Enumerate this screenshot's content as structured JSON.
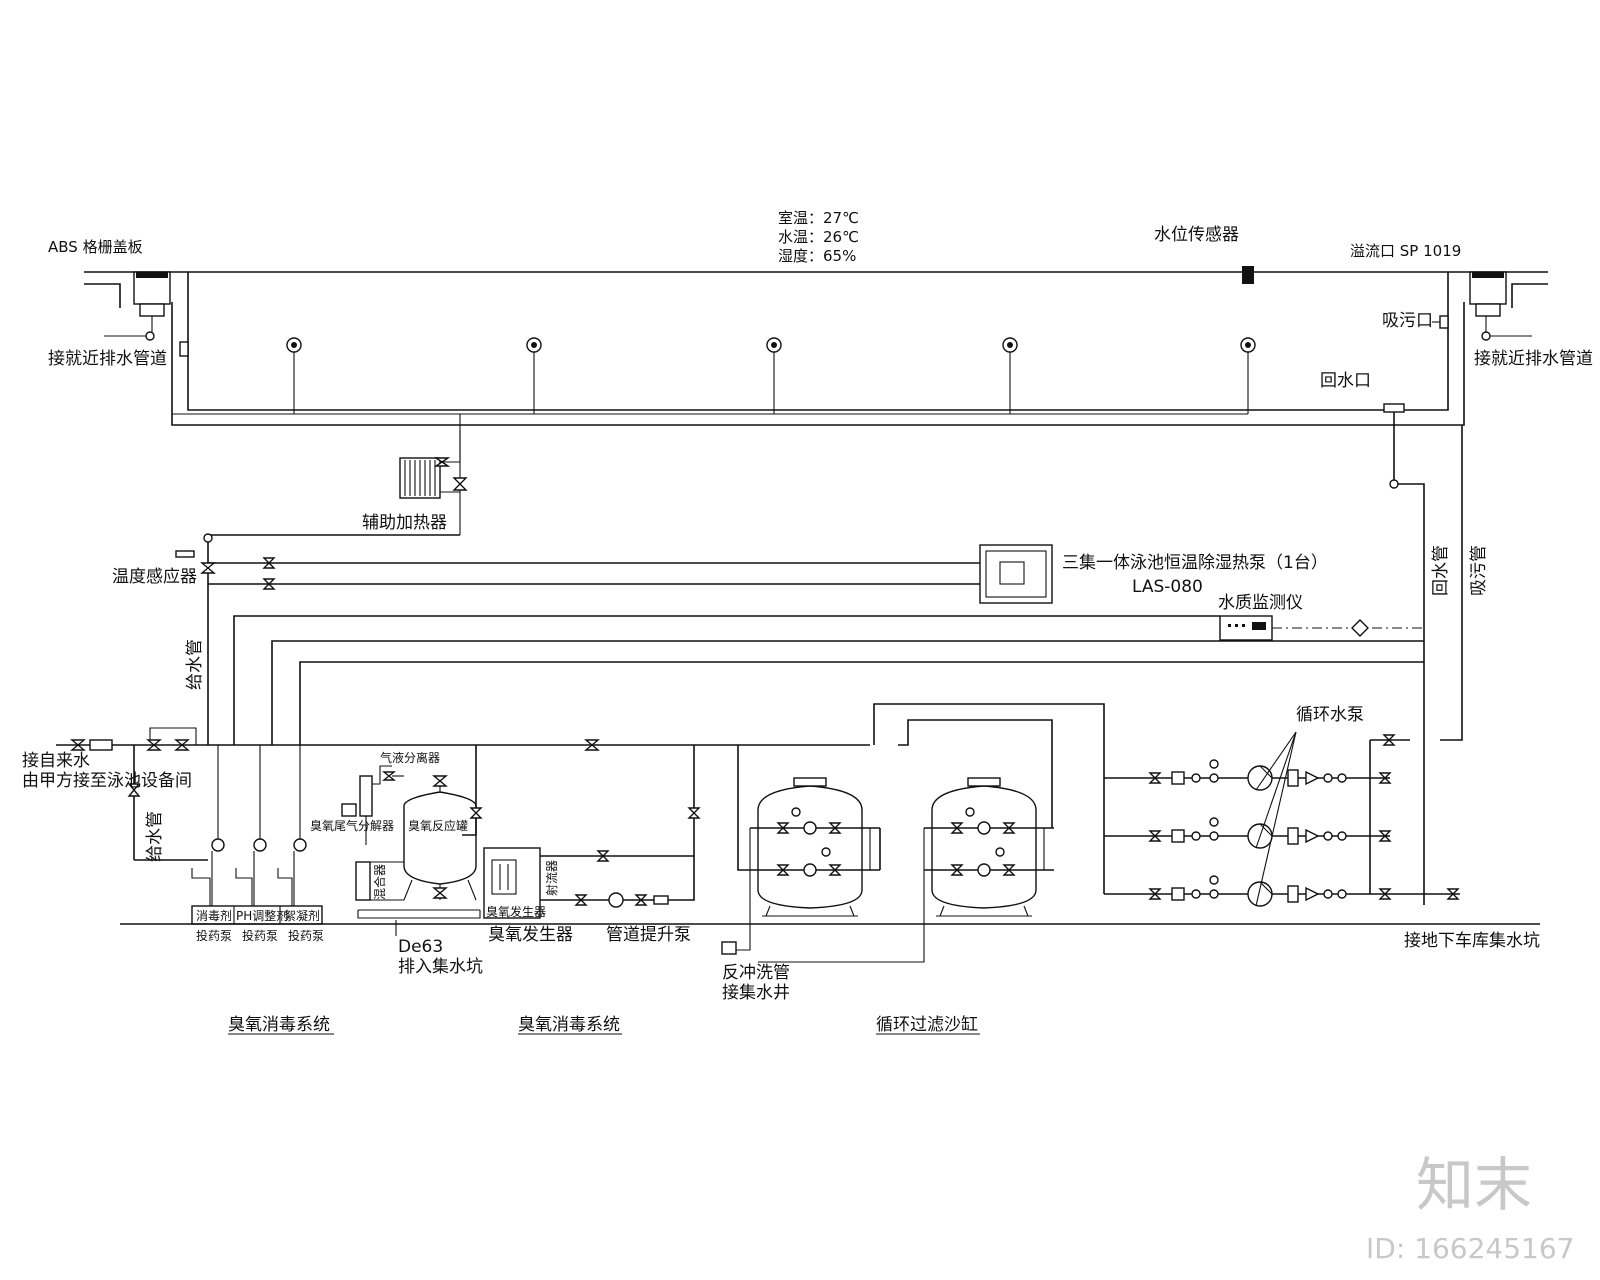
{
  "pool": {
    "cover_label": "ABS 格栅盖板",
    "conditions": [
      "室温：27℃",
      "水温：26℃",
      "湿度：65%"
    ],
    "water_level_sensor": "水位传感器",
    "overflow_outlet": "溢流口 SP 1019",
    "suction_port": "吸污口",
    "return_port": "回水口",
    "drain_left": "接就近排水管道",
    "drain_right": "接就近排水管道"
  },
  "heating": {
    "aux_heater": "辅助加热器",
    "temp_sensor": "温度感应器",
    "heat_pump": "三集一体泳池恒温除湿热泵（1台）",
    "heat_pump_model": "LAS-080",
    "water_quality_monitor": "水质监测仪"
  },
  "pipes": {
    "supply_pipe": "给水管",
    "supply_pipe_2": "给水管",
    "return_pipe": "回水管",
    "suction_pipe": "吸污管"
  },
  "inlet": {
    "tap_water_line1": "接自来水",
    "tap_water_line2": "由甲方接至泳池设备间"
  },
  "dosing": {
    "tanks": [
      "消毒剂",
      "PH调整剂",
      "絮凝剂"
    ],
    "pumps": [
      "投药泵",
      "投药泵",
      "投药泵"
    ]
  },
  "ozone": {
    "gas_liquid_separator": "气液分离器",
    "exhaust_decomposer": "臭氧尾气分解器",
    "reaction_tank": "臭氧反应罐",
    "mixer": "混合器",
    "venturi": "射流器",
    "generator_box": "臭氧发生器",
    "generator_label": "臭氧发生器",
    "booster_pump": "管道提升泵",
    "drain_size": "De63",
    "drain_target": "排入集水坑"
  },
  "filtration": {
    "backwash_line1": "反冲洗管",
    "backwash_line2": "接集水井",
    "circulation_pumps": "循环水泵",
    "garage_sump": "接地下车库集水坑"
  },
  "sections": [
    "臭氧消毒系统",
    "臭氧消毒系统",
    "循环过滤沙缸"
  ],
  "watermark": {
    "logo": "知末",
    "id": "ID: 166245167"
  }
}
